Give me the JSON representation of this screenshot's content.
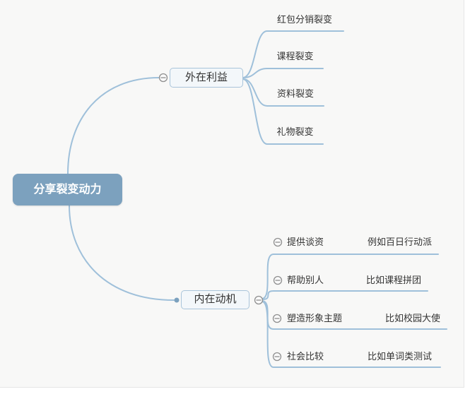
{
  "colors": {
    "canvas_background": "#f8f8f7",
    "root_fill": "#7CA1BE",
    "root_text": "#ffffff",
    "branch_fill": "#f3f7fa",
    "branch_border": "#a9c4da",
    "connector_line": "#9fc0da",
    "topic_text": "#333333",
    "collapse_icon_stroke": "#8f8f8f"
  },
  "icons": {
    "collapse": "minus-circle",
    "branch_anchor": "filled-dot"
  },
  "root": {
    "label": "分享裂变动力"
  },
  "branches": [
    {
      "label": "外在利益",
      "children": [
        {
          "label": "红包分销裂变"
        },
        {
          "label": "课程裂变"
        },
        {
          "label": "资料裂变"
        },
        {
          "label": "礼物裂变"
        }
      ]
    },
    {
      "label": "内在动机",
      "children": [
        {
          "label": "提供谈资",
          "note": "例如百日行动派"
        },
        {
          "label": "帮助别人",
          "note": "比如课程拼团"
        },
        {
          "label": "塑造形象主题",
          "note": "比如校园大使"
        },
        {
          "label": "社会比较",
          "note": "比如单词类测试"
        }
      ]
    }
  ]
}
